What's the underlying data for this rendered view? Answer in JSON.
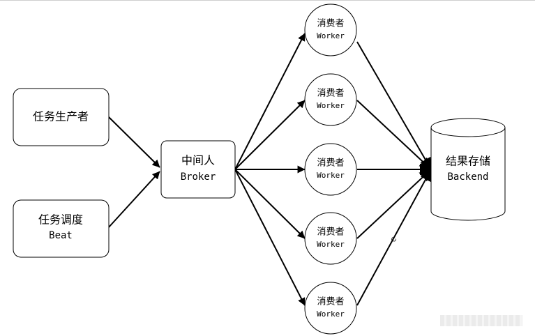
{
  "diagram": {
    "producer": {
      "line1": "任务生产者"
    },
    "scheduler": {
      "line1": "任务调度",
      "line2": "Beat"
    },
    "broker": {
      "line1": "中间人",
      "line2": "Broker"
    },
    "workers": [
      {
        "line1": "消费者",
        "line2": "Worker"
      },
      {
        "line1": "消费者",
        "line2": "Worker"
      },
      {
        "line1": "消费者",
        "line2": "Worker"
      },
      {
        "line1": "消费者",
        "line2": "Worker"
      },
      {
        "line1": "消费者",
        "line2": "Worker"
      }
    ],
    "backend": {
      "line1": "结果存储",
      "line2": "Backend"
    },
    "stray_mark": "C"
  }
}
